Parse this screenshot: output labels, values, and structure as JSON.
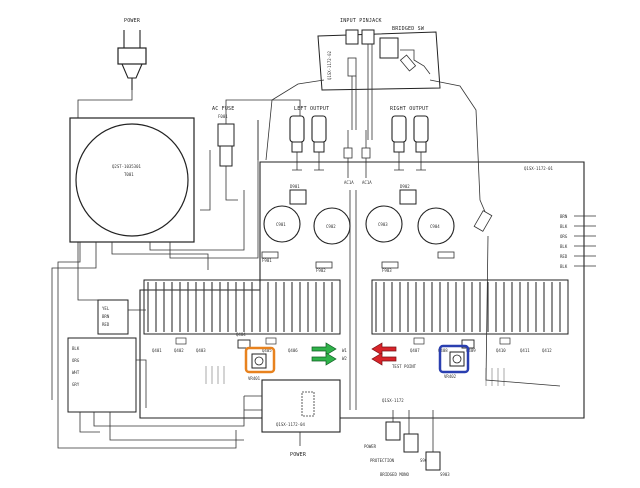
{
  "labels": {
    "power_top": "POWER",
    "ac_fuse": "AC FUSE",
    "fuse_ref": "F001",
    "transformer": "Q2ST-1035301",
    "transformer_ref": "T001",
    "input_pinjack": "INPUT PINJACK",
    "bridged_sw": "BRIDGED SW",
    "input_board": "Q1SX-1172-02",
    "left_output": "LEFT OUTPUT",
    "right_output": "RIGHT OUTPUT",
    "main_board": "Q1SX-1172-01",
    "sub_board": "Q1SX-1172",
    "power_board": "Q1SX-1172-04",
    "power_bottom": "POWER",
    "protection": "PROTECTION",
    "bridged_mono": "BRIDGED MONO",
    "test_point": "TEST POINT",
    "cap_1": "C901",
    "cap_2": "C902",
    "cap_3": "C903",
    "cap_4": "C904",
    "d901": "D901",
    "d902": "D902",
    "f901": "F901",
    "f902": "F902",
    "f903": "F903",
    "vr401": "VR401",
    "vr402": "VR402",
    "q401": "Q401",
    "q402": "Q402",
    "q403": "Q403",
    "q404": "Q404",
    "q405": "Q405",
    "q406": "Q406",
    "q407": "Q407",
    "q408": "Q408",
    "q409": "Q409",
    "q410": "Q410",
    "q411": "Q411",
    "q412": "Q412",
    "j_yel": "YEL",
    "j_brn": "BRN",
    "j_red": "RED",
    "j_blk": "BLK",
    "j_org": "ORG",
    "j_wht": "WHT",
    "j_gry": "GRY",
    "r_brn": "BRN",
    "r_blk": "BLK",
    "r_org": "ORG",
    "r_blk2": "BLK",
    "r_red": "RED",
    "r_blk3": "BLK",
    "l_w1": "W1",
    "l_w2": "W2",
    "w_s901": "S901",
    "w_s902": "S902",
    "w_s903": "S903",
    "ac1a": "AC1A",
    "ac1b": "AC1A"
  },
  "colors": {
    "orange_box": "#e8821e",
    "blue_box": "#2a3fb0",
    "green_arrow": "#2fb24a",
    "red_arrow": "#d8242a"
  }
}
